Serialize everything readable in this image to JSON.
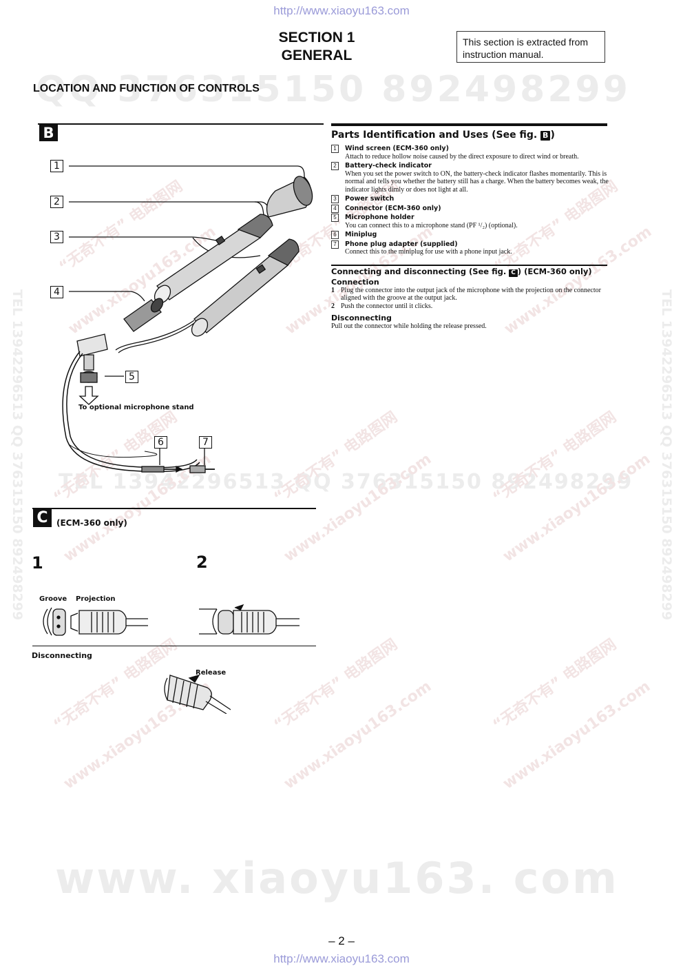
{
  "header_url": "http://www.xiaoyu163.com",
  "footer_url": "http://www.xiaoyu163.com",
  "section": {
    "line1": "SECTION 1",
    "line2": "GENERAL"
  },
  "note_box": "This section is extracted from instruction manual.",
  "location_heading": "LOCATION AND FUNCTION OF CONTROLS",
  "watermarks": {
    "qq_banner": "QQ 376315150   892498299",
    "tel_banner": "TEL 13942296513   QQ 376315150   892498299",
    "side_right": "TEL 13942296513  QQ 376315150  892498299",
    "side_left": "TEL 13942296513  QQ 376315150  892498299",
    "bottom": "www. xiaoyu163. com",
    "diag_cn": "“无奇不有” 电路图网",
    "diag_url": "www.xiaoyu163.com"
  },
  "figure_b": {
    "letter": "B",
    "callouts": [
      "1",
      "2",
      "3",
      "4",
      "5",
      "6",
      "7"
    ],
    "stand_caption": "To optional microphone stand"
  },
  "parts": {
    "heading_prefix": "Parts Identification and Uses (See fig. ",
    "heading_letter": "B",
    "heading_suffix": ")",
    "items": [
      {
        "num": "1",
        "label": "Wind screen (ECM-360 only)",
        "desc": "Attach to reduce hollow noise caused by the direct exposure to direct wind or breath."
      },
      {
        "num": "2",
        "label": "Battery-check indicator",
        "desc": "When you set the power switch to ON, the battery-check indicator flashes momentarily. This is normal and tells you whether the battery still has a charge. When the battery becomes weak, the indicator lights dimly or does not light at all."
      },
      {
        "num": "3",
        "label": "Power switch",
        "desc": ""
      },
      {
        "num": "4",
        "label": "Connector (ECM-360 only)",
        "desc": ""
      },
      {
        "num": "5",
        "label": "Microphone holder",
        "desc": "You can connect this to a microphone stand (PF ¹/₂) (optional)."
      },
      {
        "num": "6",
        "label": "Miniplug",
        "desc": ""
      },
      {
        "num": "7",
        "label": "Phone plug adapter (supplied)",
        "desc": "Connect this to the miniplug for use with a phone input jack."
      }
    ]
  },
  "connecting": {
    "heading_prefix": "Connecting and disconnecting (See fig. ",
    "heading_letter": "C",
    "heading_suffix": ") (ECM-360 only)",
    "connection_title": "Connection",
    "steps": [
      {
        "n": "1",
        "text": "Plug the connector into the output jack of the microphone with the projection on the connector aligned with the groove at the output jack."
      },
      {
        "n": "2",
        "text": "Push the connector until it clicks."
      }
    ],
    "disconnecting_title": "Disconnecting",
    "disconnecting_text": "Pull out the connector while holding the release pressed."
  },
  "figure_c": {
    "letter": "C",
    "subtitle": "(ECM-360 only)",
    "step1": "1",
    "step2": "2",
    "groove_label": "Groove",
    "projection_label": "Projection",
    "disconnecting_label": "Disconnecting",
    "release_label": "Release"
  },
  "page_number": "– 2 –"
}
